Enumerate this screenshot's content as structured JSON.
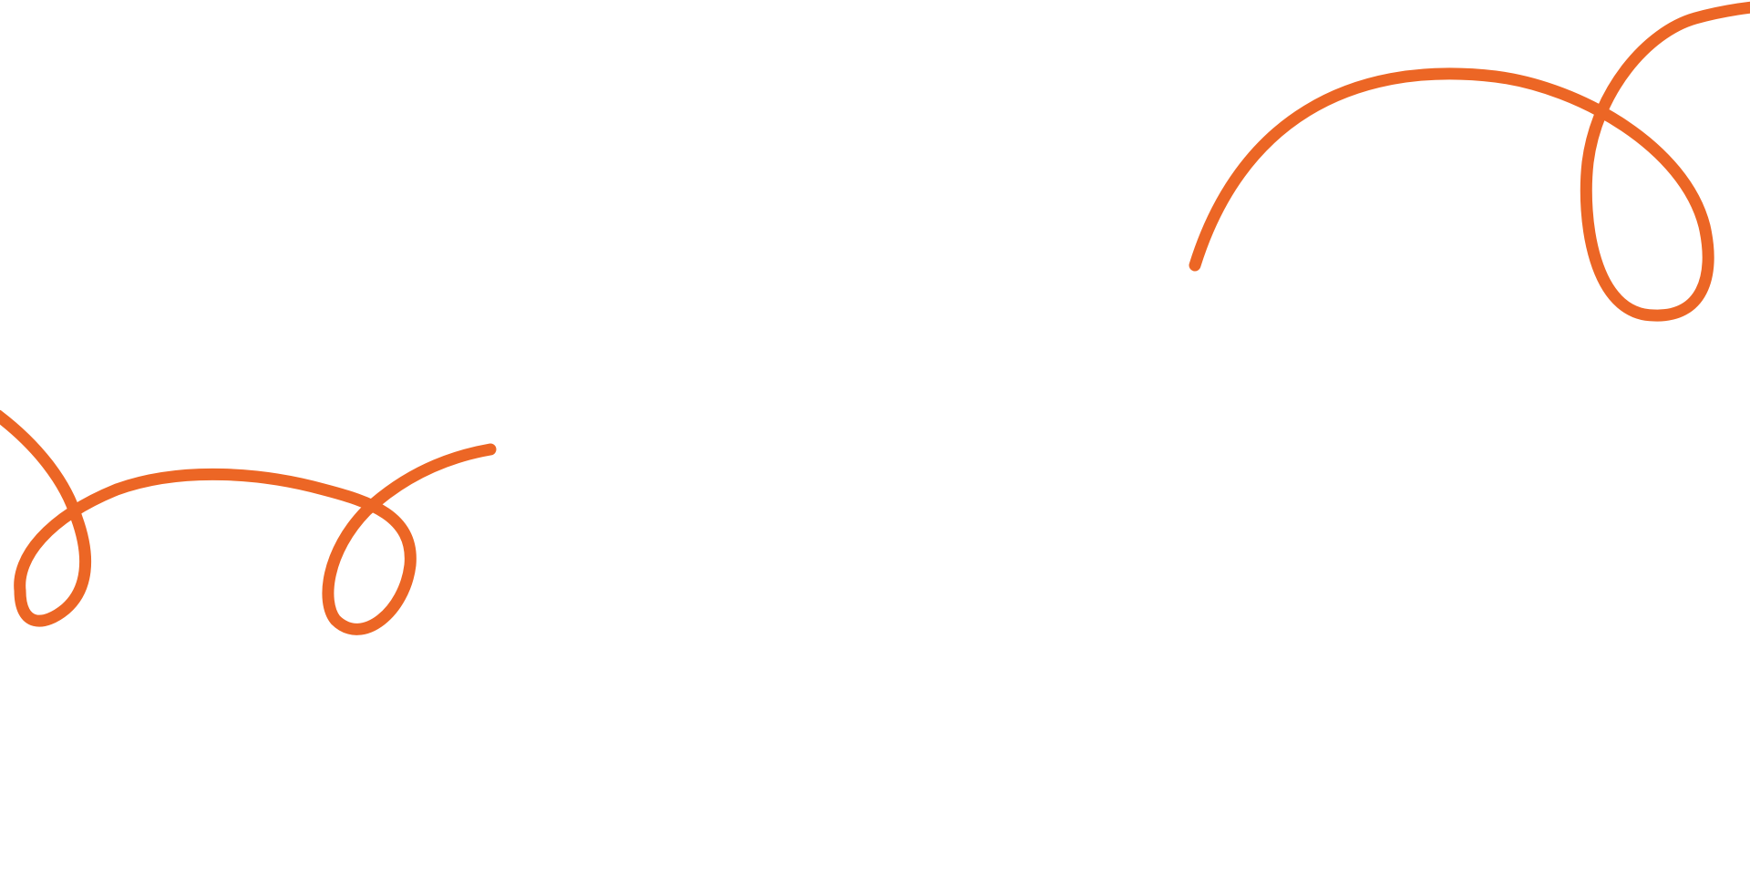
{
  "background_color": "#ffffff",
  "accent_color": "#EC6625",
  "decorations": [
    {
      "name": "left-loop-squiggle",
      "kind": "decorative line with two loops"
    },
    {
      "name": "right-loop-squiggle",
      "kind": "decorative line with one loop"
    }
  ]
}
